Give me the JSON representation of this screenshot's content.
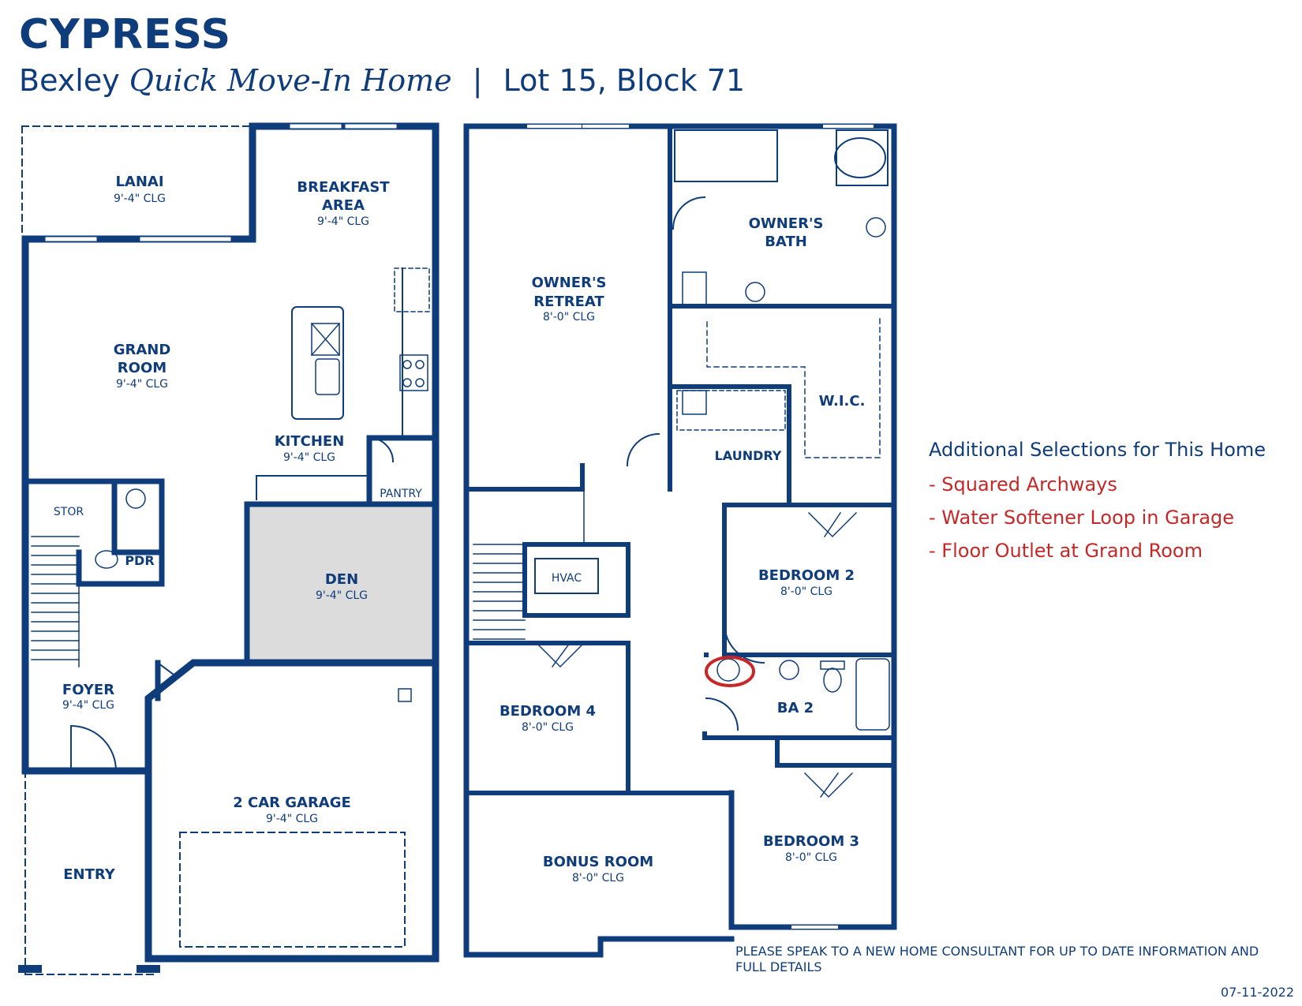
{
  "header": {
    "title": "CYPRESS",
    "community": "Bexley",
    "home_type": "Quick Move-In Home",
    "separator": "|",
    "lot": "Lot 15, Block 71"
  },
  "first_floor": {
    "rooms": [
      {
        "id": "lanai",
        "name": "LANAI",
        "clg": "9'-4\" CLG"
      },
      {
        "id": "breakfast",
        "name": "BREAKFAST AREA",
        "name_line1": "BREAKFAST",
        "name_line2": "AREA",
        "clg": "9'-4\" CLG"
      },
      {
        "id": "grand-room",
        "name_line1": "GRAND",
        "name_line2": "ROOM",
        "clg": "9'-4\" CLG"
      },
      {
        "id": "kitchen",
        "name": "KITCHEN",
        "clg": "9'-4\" CLG"
      },
      {
        "id": "stor",
        "name": "STOR"
      },
      {
        "id": "pdr",
        "name": "PDR"
      },
      {
        "id": "pantry",
        "name": "PANTRY"
      },
      {
        "id": "den",
        "name": "DEN",
        "clg": "9'-4\" CLG"
      },
      {
        "id": "foyer",
        "name": "FOYER",
        "clg": "9'-4\" CLG"
      },
      {
        "id": "garage",
        "name": "2 CAR GARAGE",
        "clg": "9'-4\" CLG"
      },
      {
        "id": "entry",
        "name": "ENTRY"
      }
    ]
  },
  "second_floor": {
    "rooms": [
      {
        "id": "owners-retreat",
        "name_line1": "OWNER'S",
        "name_line2": "RETREAT",
        "clg": "8'-0\" CLG"
      },
      {
        "id": "owners-bath",
        "name_line1": "OWNER'S",
        "name_line2": "BATH"
      },
      {
        "id": "wic",
        "name": "W.I.C."
      },
      {
        "id": "laundry",
        "name": "LAUNDRY"
      },
      {
        "id": "hvac",
        "name": "HVAC"
      },
      {
        "id": "bedroom-2",
        "name": "BEDROOM 2",
        "clg": "8'-0\" CLG"
      },
      {
        "id": "bedroom-4",
        "name": "BEDROOM 4",
        "clg": "8'-0\" CLG"
      },
      {
        "id": "ba-2",
        "name": "BA 2"
      },
      {
        "id": "bonus-room",
        "name": "BONUS ROOM",
        "clg": "8'-0\" CLG"
      },
      {
        "id": "bedroom-3",
        "name": "BEDROOM 3",
        "clg": "8'-0\" CLG"
      }
    ]
  },
  "selections": {
    "heading": "Additional Selections for This Home",
    "items": [
      "- Squared Archways",
      "- Water Softener Loop in Garage",
      "- Floor Outlet at Grand Room"
    ]
  },
  "disclaimer": "PLEASE SPEAK TO A NEW HOME CONSULTANT FOR UP TO DATE INFORMATION AND FULL DETAILS",
  "date": "07-11-2022",
  "colors": {
    "wall": "#0f3c7a",
    "highlight_circle": "#c62828",
    "den_fill": "#dcdcdc",
    "selection_text": "#c62828"
  }
}
